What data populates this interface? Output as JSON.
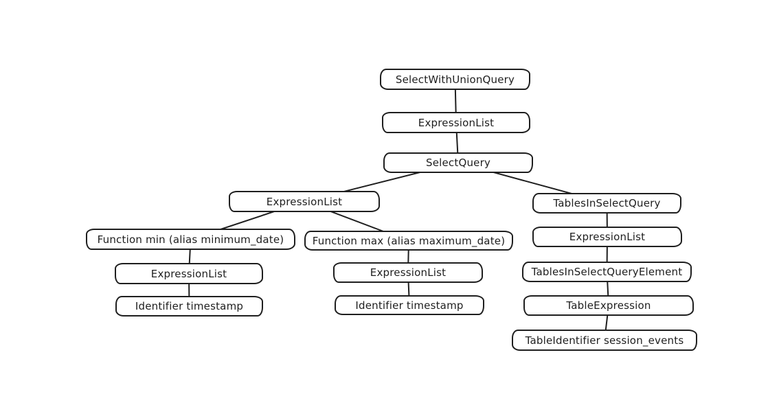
{
  "diagram": {
    "type": "tree",
    "description_colors": {
      "stroke": "#1e1e1e",
      "node_fill": "#ffffff",
      "background": "#ffffff"
    }
  },
  "tree": {
    "nodes": [
      {
        "id": "n0",
        "label": "SelectWithUnionQuery",
        "parent": null
      },
      {
        "id": "n1",
        "label": "ExpressionList",
        "parent": "n0"
      },
      {
        "id": "n2",
        "label": "SelectQuery",
        "parent": "n1"
      },
      {
        "id": "n3",
        "label": "ExpressionList",
        "parent": "n2"
      },
      {
        "id": "n4",
        "label": "TablesInSelectQuery",
        "parent": "n2"
      },
      {
        "id": "n5",
        "label": "Function min (alias minimum_date)",
        "parent": "n3"
      },
      {
        "id": "n6",
        "label": "Function max (alias maximum_date)",
        "parent": "n3"
      },
      {
        "id": "n7",
        "label": "ExpressionList",
        "parent": "n5"
      },
      {
        "id": "n8",
        "label": "Identifier timestamp",
        "parent": "n7"
      },
      {
        "id": "n9",
        "label": "ExpressionList",
        "parent": "n6"
      },
      {
        "id": "n10",
        "label": "Identifier timestamp",
        "parent": "n9"
      },
      {
        "id": "n11",
        "label": "ExpressionList",
        "parent": "n4"
      },
      {
        "id": "n12",
        "label": "TablesInSelectQueryElement",
        "parent": "n11"
      },
      {
        "id": "n13",
        "label": "TableExpression",
        "parent": "n12"
      },
      {
        "id": "n14",
        "label": "TableIdentifier session_events",
        "parent": "n13"
      }
    ]
  }
}
